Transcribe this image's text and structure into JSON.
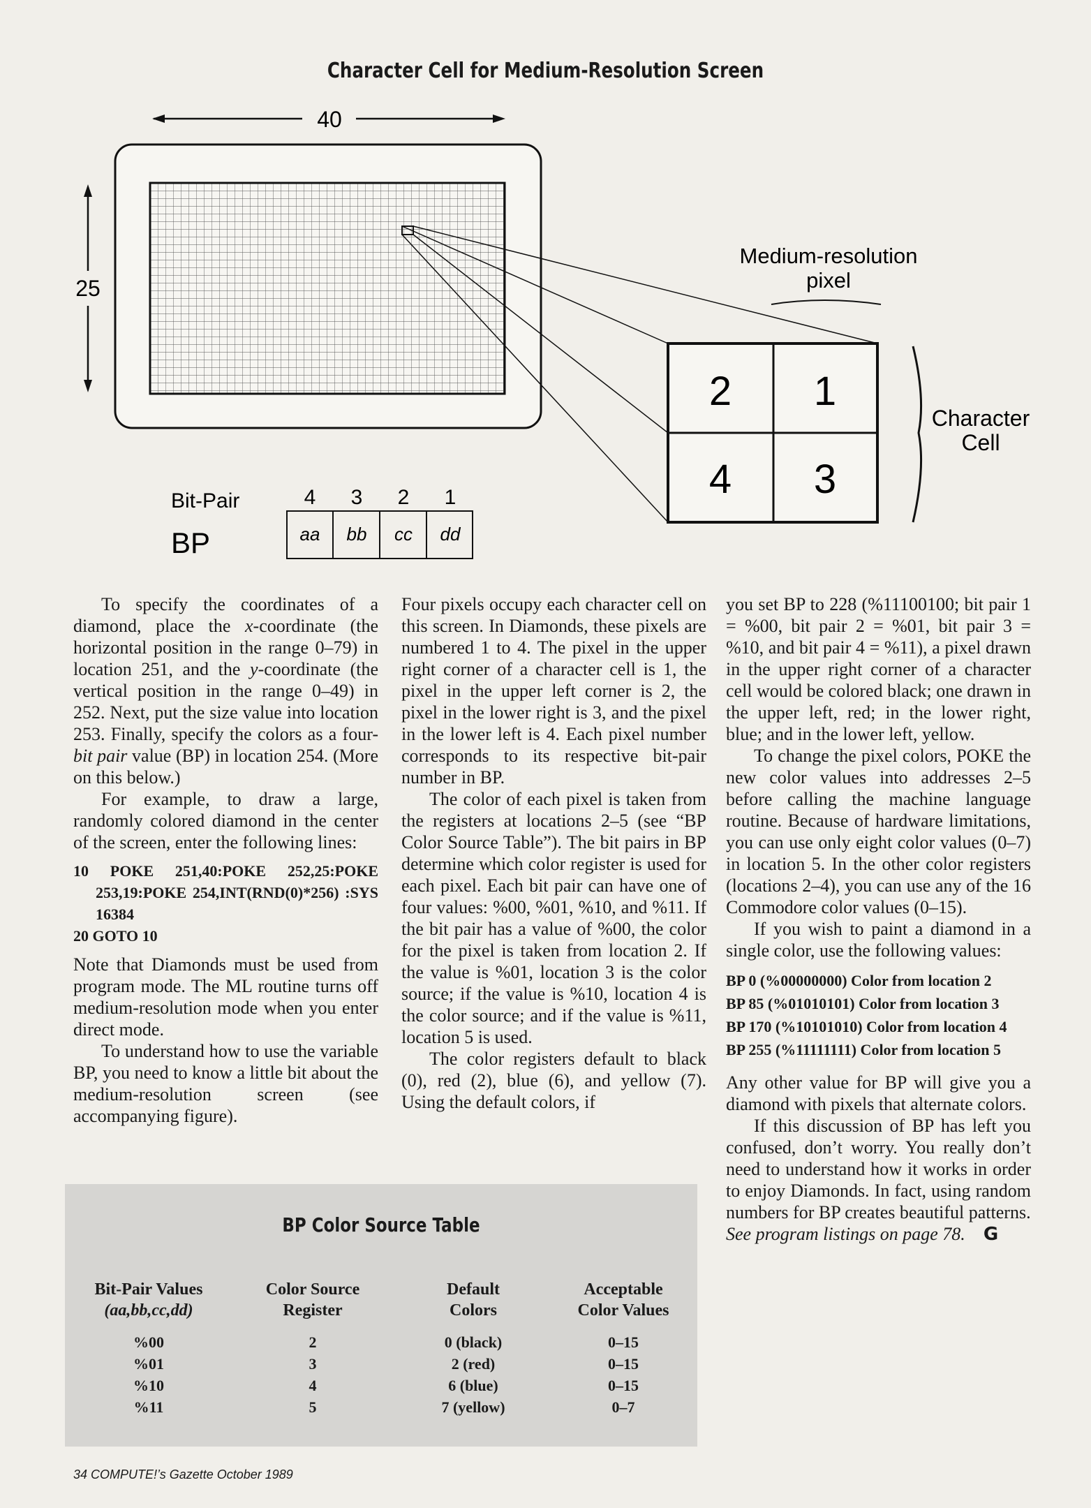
{
  "figure": {
    "title": "Character Cell for Medium-Resolution Screen",
    "width_label": "40",
    "height_label": "25",
    "pixel_label_line1": "Medium-resolution",
    "pixel_label_line2": "pixel",
    "cell_label_line1": "Character",
    "cell_label_line2": "Cell",
    "cell_numbers": [
      "2",
      "1",
      "4",
      "3"
    ],
    "bitpair_label": "Bit-Pair",
    "bp_label": "BP",
    "bit_numbers": [
      "4",
      "3",
      "2",
      "1"
    ],
    "bit_fields": [
      "aa",
      "bb",
      "cc",
      "dd"
    ]
  },
  "col1": {
    "p1_a": "To specify the coordinates of a diamond, place the ",
    "p1_x": "x",
    "p1_b": "-coordinate (the horizontal position in the range 0–79) in location 251, and the ",
    "p1_y": "y",
    "p1_c": "-coordinate (the vertical position in the range 0–49) in 252. Next, put the size value into location 253. Finally, specify the colors as a four-",
    "p1_bp": "bit pair",
    "p1_d": " value (BP) in location 254. (More on this below.)",
    "p2": "For example, to draw a large, randomly colored diamond in the center of the screen, enter the following lines:",
    "code1": "10 POKE 251,40:POKE 252,25:POKE 253,19:POKE 254,INT(RND(0)*256) :SYS 16384",
    "code2": "20 GOTO 10",
    "p3": "Note that Diamonds must be used from program mode. The ML routine turns off medium-resolution mode when you enter direct mode.",
    "p4": "To understand how to use the variable BP, you need to know a little bit about the medium-resolution screen (see accompanying figure)."
  },
  "col2": {
    "p1": "Four pixels occupy each character cell on this screen. In Diamonds, these pixels are numbered 1 to 4. The pixel in the upper right corner of a character cell is 1, the pixel in the upper left corner is 2, the pixel in the lower right is 3, and the pixel in the lower left is 4. Each pixel number corresponds to its respective bit-pair number in BP.",
    "p2": "The color of each pixel is taken from the registers at locations 2–5 (see “BP Color Source Table”). The bit pairs in BP determine which color register is used for each pixel. Each bit pair can have one of four values: %00, %01, %10, and %11. If the bit pair has a value of %00, the color for the pixel is taken from location 2. If the value is %01, location 3 is the color source; if the value is %10, location 4 is the color source; and if the value is %11, location 5 is used.",
    "p3": "The color registers default to black (0), red (2), blue (6), and yellow (7). Using the default colors, if"
  },
  "col3": {
    "p1": "you set BP to 228 (%11100100; bit pair 1 = %00, bit pair 2 = %01, bit pair 3 = %10, and bit pair 4 = %11), a pixel drawn in the upper right corner of a character cell would be colored black; one drawn in the upper left, red; in the lower right, blue; and in the lower left, yellow.",
    "p2": "To change the pixel colors, POKE the new color values into addresses 2–5 before calling the machine language routine. Because of hardware limitations, you can use only eight color values (0–7) in location 5. In the other color registers (locations 2–4), you can use any of the 16 Commodore color values (0–15).",
    "p3": "If you wish to paint a diamond in a single color, use the following values:",
    "bp_values": [
      "BP 0 (%00000000) Color from location 2",
      "BP 85 (%01010101) Color from location 3",
      "BP 170 (%10101010) Color from location 4",
      "BP 255 (%11111111) Color from location 5"
    ],
    "p4": "Any other value for BP will give you a diamond with pixels that alternate colors.",
    "p5": "If this discussion of BP has left you confused, don’t worry. You really don’t need to understand how it works in order to enjoy Diamonds. In fact, using random numbers for BP creates beautiful patterns.",
    "see": "See program listings on page 78.",
    "end_mark": "G"
  },
  "table": {
    "title": "BP Color Source Table",
    "headers": [
      [
        "Bit-Pair Values",
        "(aa,bb,cc,dd)"
      ],
      [
        "Color Source",
        "Register"
      ],
      [
        "Default",
        "Colors"
      ],
      [
        "Acceptable",
        "Color Values"
      ]
    ],
    "rows": [
      [
        "%00",
        "2",
        "0 (black)",
        "0–15"
      ],
      [
        "%01",
        "3",
        "2 (red)",
        "0–15"
      ],
      [
        "%10",
        "4",
        "6 (blue)",
        "0–15"
      ],
      [
        "%11",
        "5",
        "7 (yellow)",
        "0–7"
      ]
    ]
  },
  "footer": "34  COMPUTE!’s Gazette  October 1989"
}
